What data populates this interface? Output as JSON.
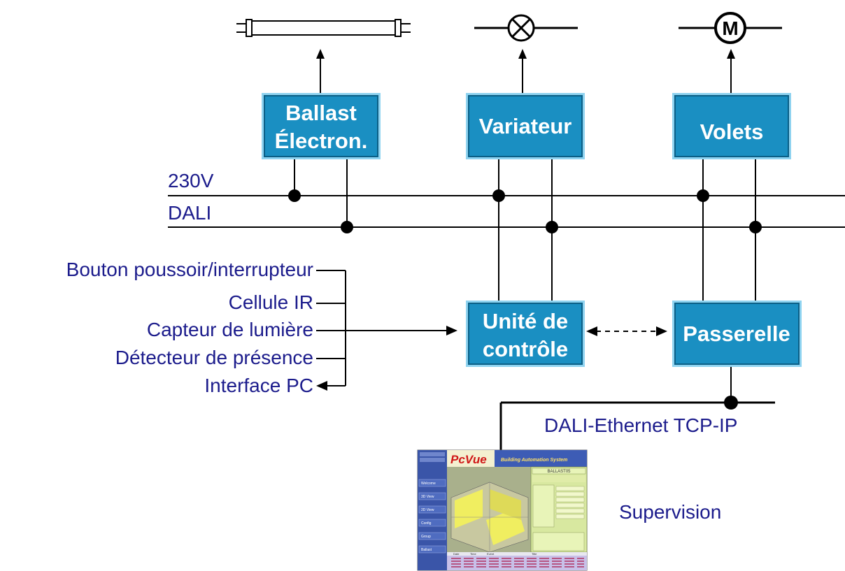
{
  "boxes": {
    "ballast": {
      "line1": "Ballast",
      "line2": "Électron."
    },
    "variateur": {
      "label": "Variateur"
    },
    "volets": {
      "label": "Volets"
    },
    "unite": {
      "line1": "Unité de",
      "line2": "contrôle"
    },
    "passerelle": {
      "label": "Passerelle"
    }
  },
  "buses": {
    "power": "230V",
    "dali": "DALI"
  },
  "inputs": [
    "Bouton poussoir/interrupteur",
    "Cellule IR",
    "Capteur de lumière",
    "Détecteur de présence",
    "Interface PC"
  ],
  "network": {
    "label": "DALI-Ethernet TCP-IP"
  },
  "supervision": {
    "label": "Supervision"
  },
  "loads": {
    "motor_symbol": "M"
  },
  "screenshot": {
    "logo": "PcVue",
    "banner": "Building Automation System",
    "panel_title": "BALLAST05",
    "menu": [
      "Welcome",
      "3D View",
      "2D View",
      "Config",
      "Group",
      "Ballast"
    ],
    "table_headers": [
      "Date",
      "Time",
      "Event",
      "Title"
    ]
  },
  "colors": {
    "box": "#1a8fc2",
    "text_blue": "#1c1c8c"
  }
}
